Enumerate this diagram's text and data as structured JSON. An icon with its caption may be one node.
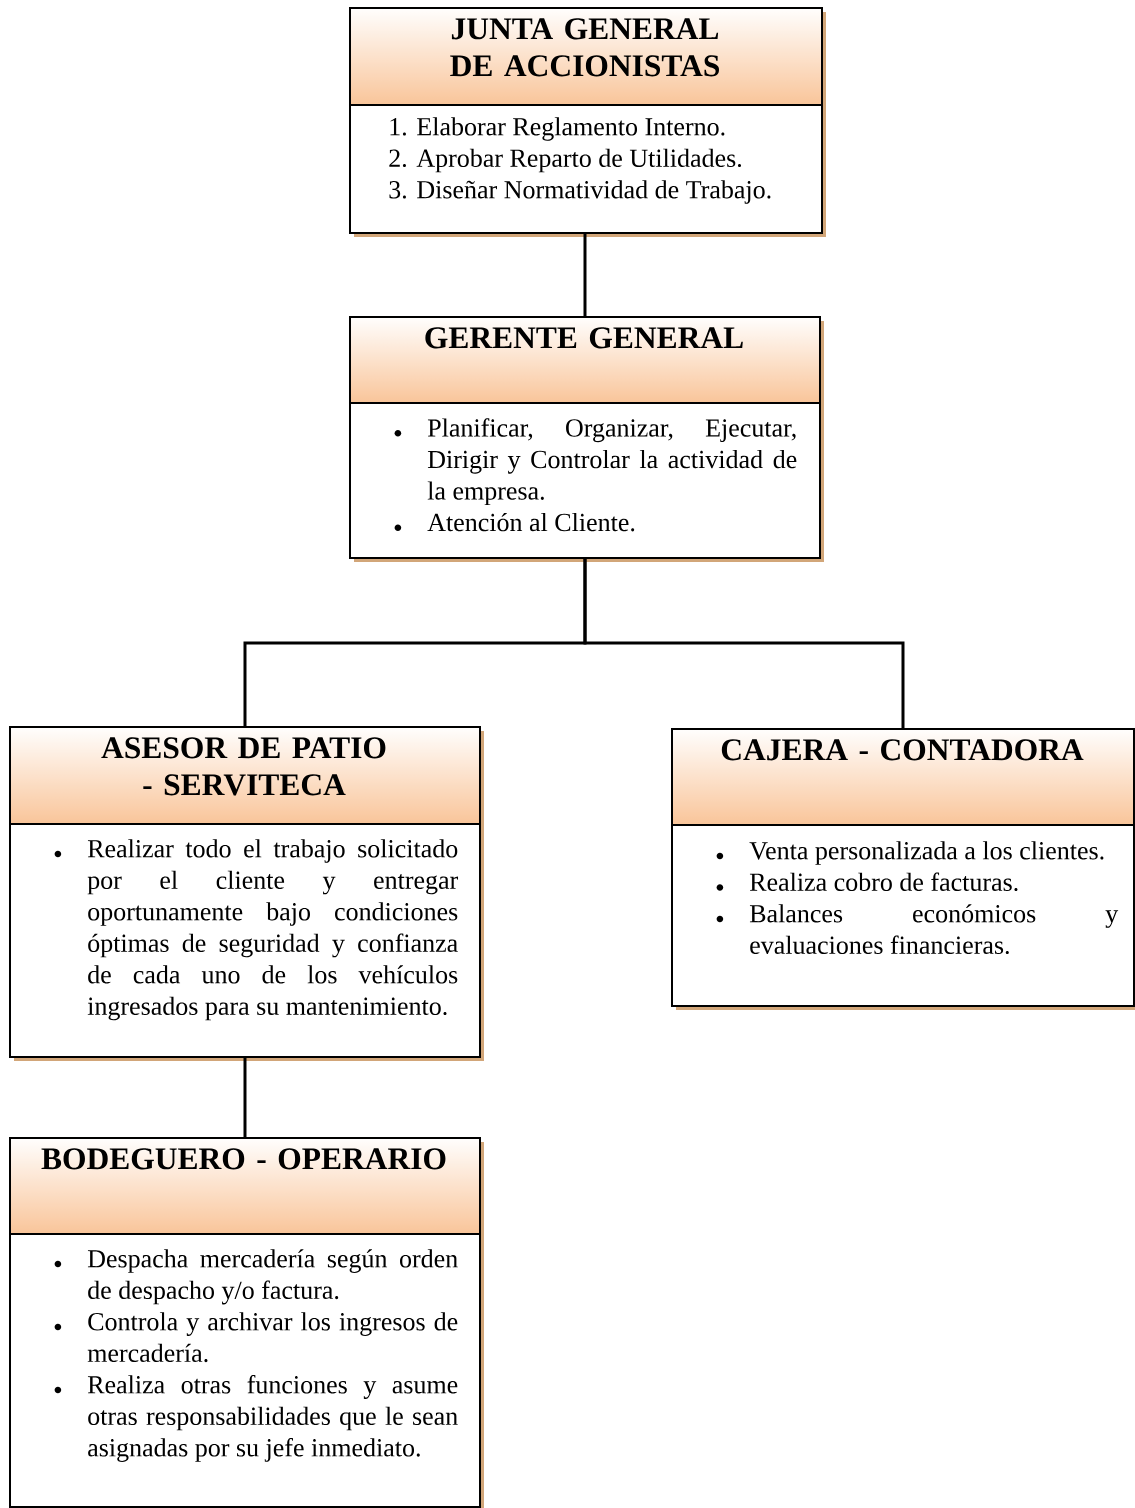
{
  "diagram": {
    "nodes": [
      {
        "text": [
          "JUNTA GENERAL DE ACCIONISTAS",
          "1. Elaborar Reglamento Interno.",
          "2. Aprobar Reparto de Utilidades.",
          "3. Diseñar Normatividad de Trabajo."
        ]
      },
      {
        "text": [
          "GERENTE GENERAL",
          "Planificar, Organizar, Ejecutar, Dirigir y Controlar la actividad de la empresa.",
          "Atención al Cliente."
        ]
      },
      {
        "text": [
          "ASESOR DE PATIO - SERVITECA",
          "Realizar todo el trabajo solicitado por el cliente y entregar oportunamente bajo condiciones óptimas de seguridad y confianza de cada uno de los vehículos ingresados para su mantenimiento."
        ]
      },
      {
        "text": [
          "CAJERA - CONTADORA",
          "Venta personalizada a los clientes.",
          "Realiza cobro de facturas.",
          "Balances económicos y evaluaciones financieras."
        ]
      },
      {
        "text": [
          "BODEGUERO - OPERARIO",
          "Despacha mercadería según orden de despacho y/o factura.",
          "Controla y archivar los ingresos de mercadería.",
          "Realiza otras funciones y asume otras responsabilidades que le sean asignadas por su jefe inmediato."
        ]
      }
    ],
    "edges": [
      {
        "from": 0,
        "to": 1,
        "arrow": "none"
      },
      {
        "from": 1,
        "to": 2,
        "arrow": "none"
      },
      {
        "from": 1,
        "to": 3,
        "arrow": "none"
      },
      {
        "from": 2,
        "to": 4,
        "arrow": "none"
      }
    ]
  }
}
